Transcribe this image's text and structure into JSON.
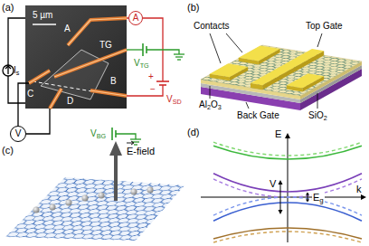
{
  "diagram": {
    "nodes": [
      {
        "text": [
          "A"
        ]
      },
      {
        "text": [
          "V"
        ]
      }
    ],
    "labels": [
      "(a)",
      "5 µm",
      "A",
      "TG",
      "C",
      "B",
      "D",
      "Is",
      "VTG",
      "VSD",
      "+",
      "−",
      "VBG",
      "(b)",
      "Contacts",
      "Top Gate",
      "Al2O3",
      "Back Gate",
      "SiO2",
      "(c)",
      "E-field",
      "(d)",
      "E",
      "k",
      "V",
      "Eg"
    ]
  }
}
